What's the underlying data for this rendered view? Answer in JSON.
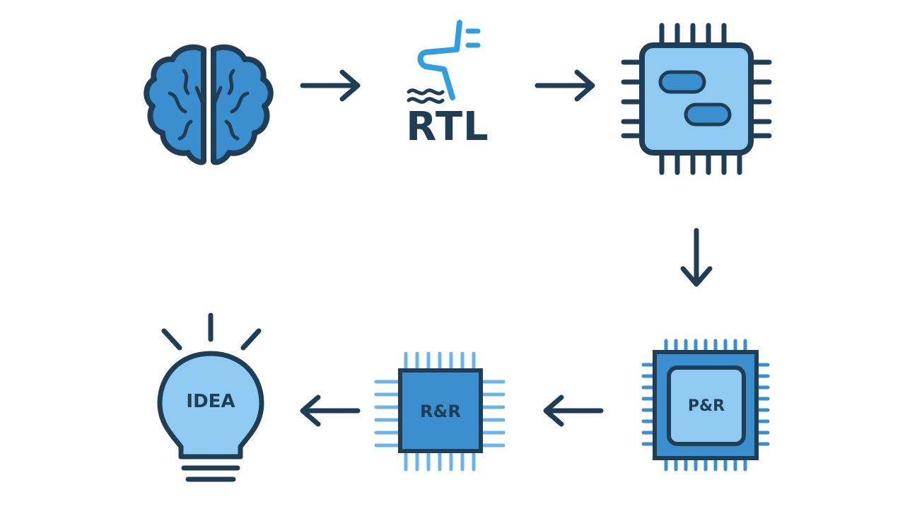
{
  "colors": {
    "dark": "#1f3d55",
    "mid": "#3b8fcf",
    "light": "#6ab4e8",
    "pale": "#8fcaf2",
    "cyan": "#2f9fe0"
  },
  "icons": {
    "brain": "brain-icon",
    "rtl": "rtl-code-icon",
    "chip": "chip-icon",
    "pnr": "pnr-chip-icon",
    "rnr": "rnr-chip-icon",
    "idea": "lightbulb-icon"
  },
  "labels": {
    "rtl": "RTL",
    "pnr": "P&R",
    "rnr": "R&R",
    "idea": "IDEA"
  }
}
